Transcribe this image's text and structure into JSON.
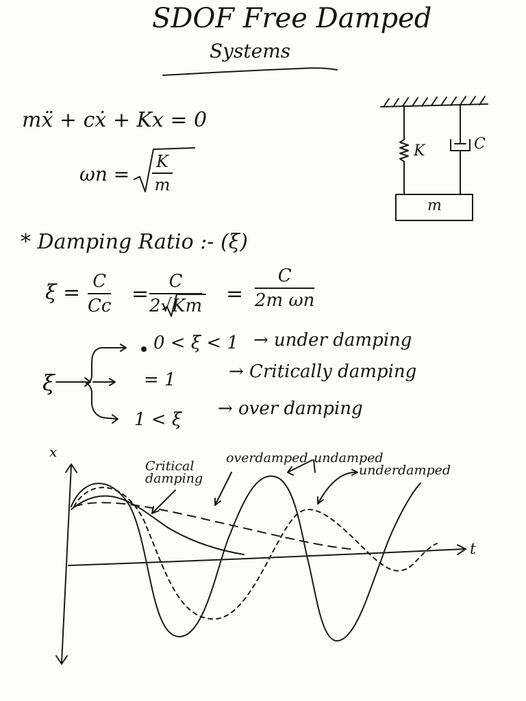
{
  "title": {
    "line1": "SDOF Free Damped",
    "line2": "Systems"
  },
  "equation_of_motion": "mẍ + cẋ + Kx = 0",
  "natural_frequency": {
    "lhs": "ωn =",
    "numerator": "K",
    "denominator": "m"
  },
  "diagram": {
    "spring_label": "K",
    "damper_label": "C",
    "mass_label": "m"
  },
  "damping_ratio": {
    "heading": "* Damping Ratio :- (ξ)",
    "lhs": "ξ =",
    "frac1": {
      "num": "C",
      "den": "Cc"
    },
    "frac2": {
      "num": "C",
      "den": "2√Km"
    },
    "frac3": {
      "num": "C",
      "den": "2m ωn"
    }
  },
  "cases": {
    "symbol": "ξ",
    "items": [
      {
        "condition": "0 < ξ < 1",
        "result": "→ under damping"
      },
      {
        "condition": "= 1",
        "result": "→ Critically damping"
      },
      {
        "condition": "1 < ξ",
        "result": "→ over damping"
      }
    ]
  },
  "graph": {
    "y_axis_label": "x",
    "x_axis_label": "t",
    "annotations": {
      "critical": "Critical damping",
      "overdamped": "overdamped",
      "undamped": "undamped",
      "underdamped": "underdamped"
    }
  }
}
